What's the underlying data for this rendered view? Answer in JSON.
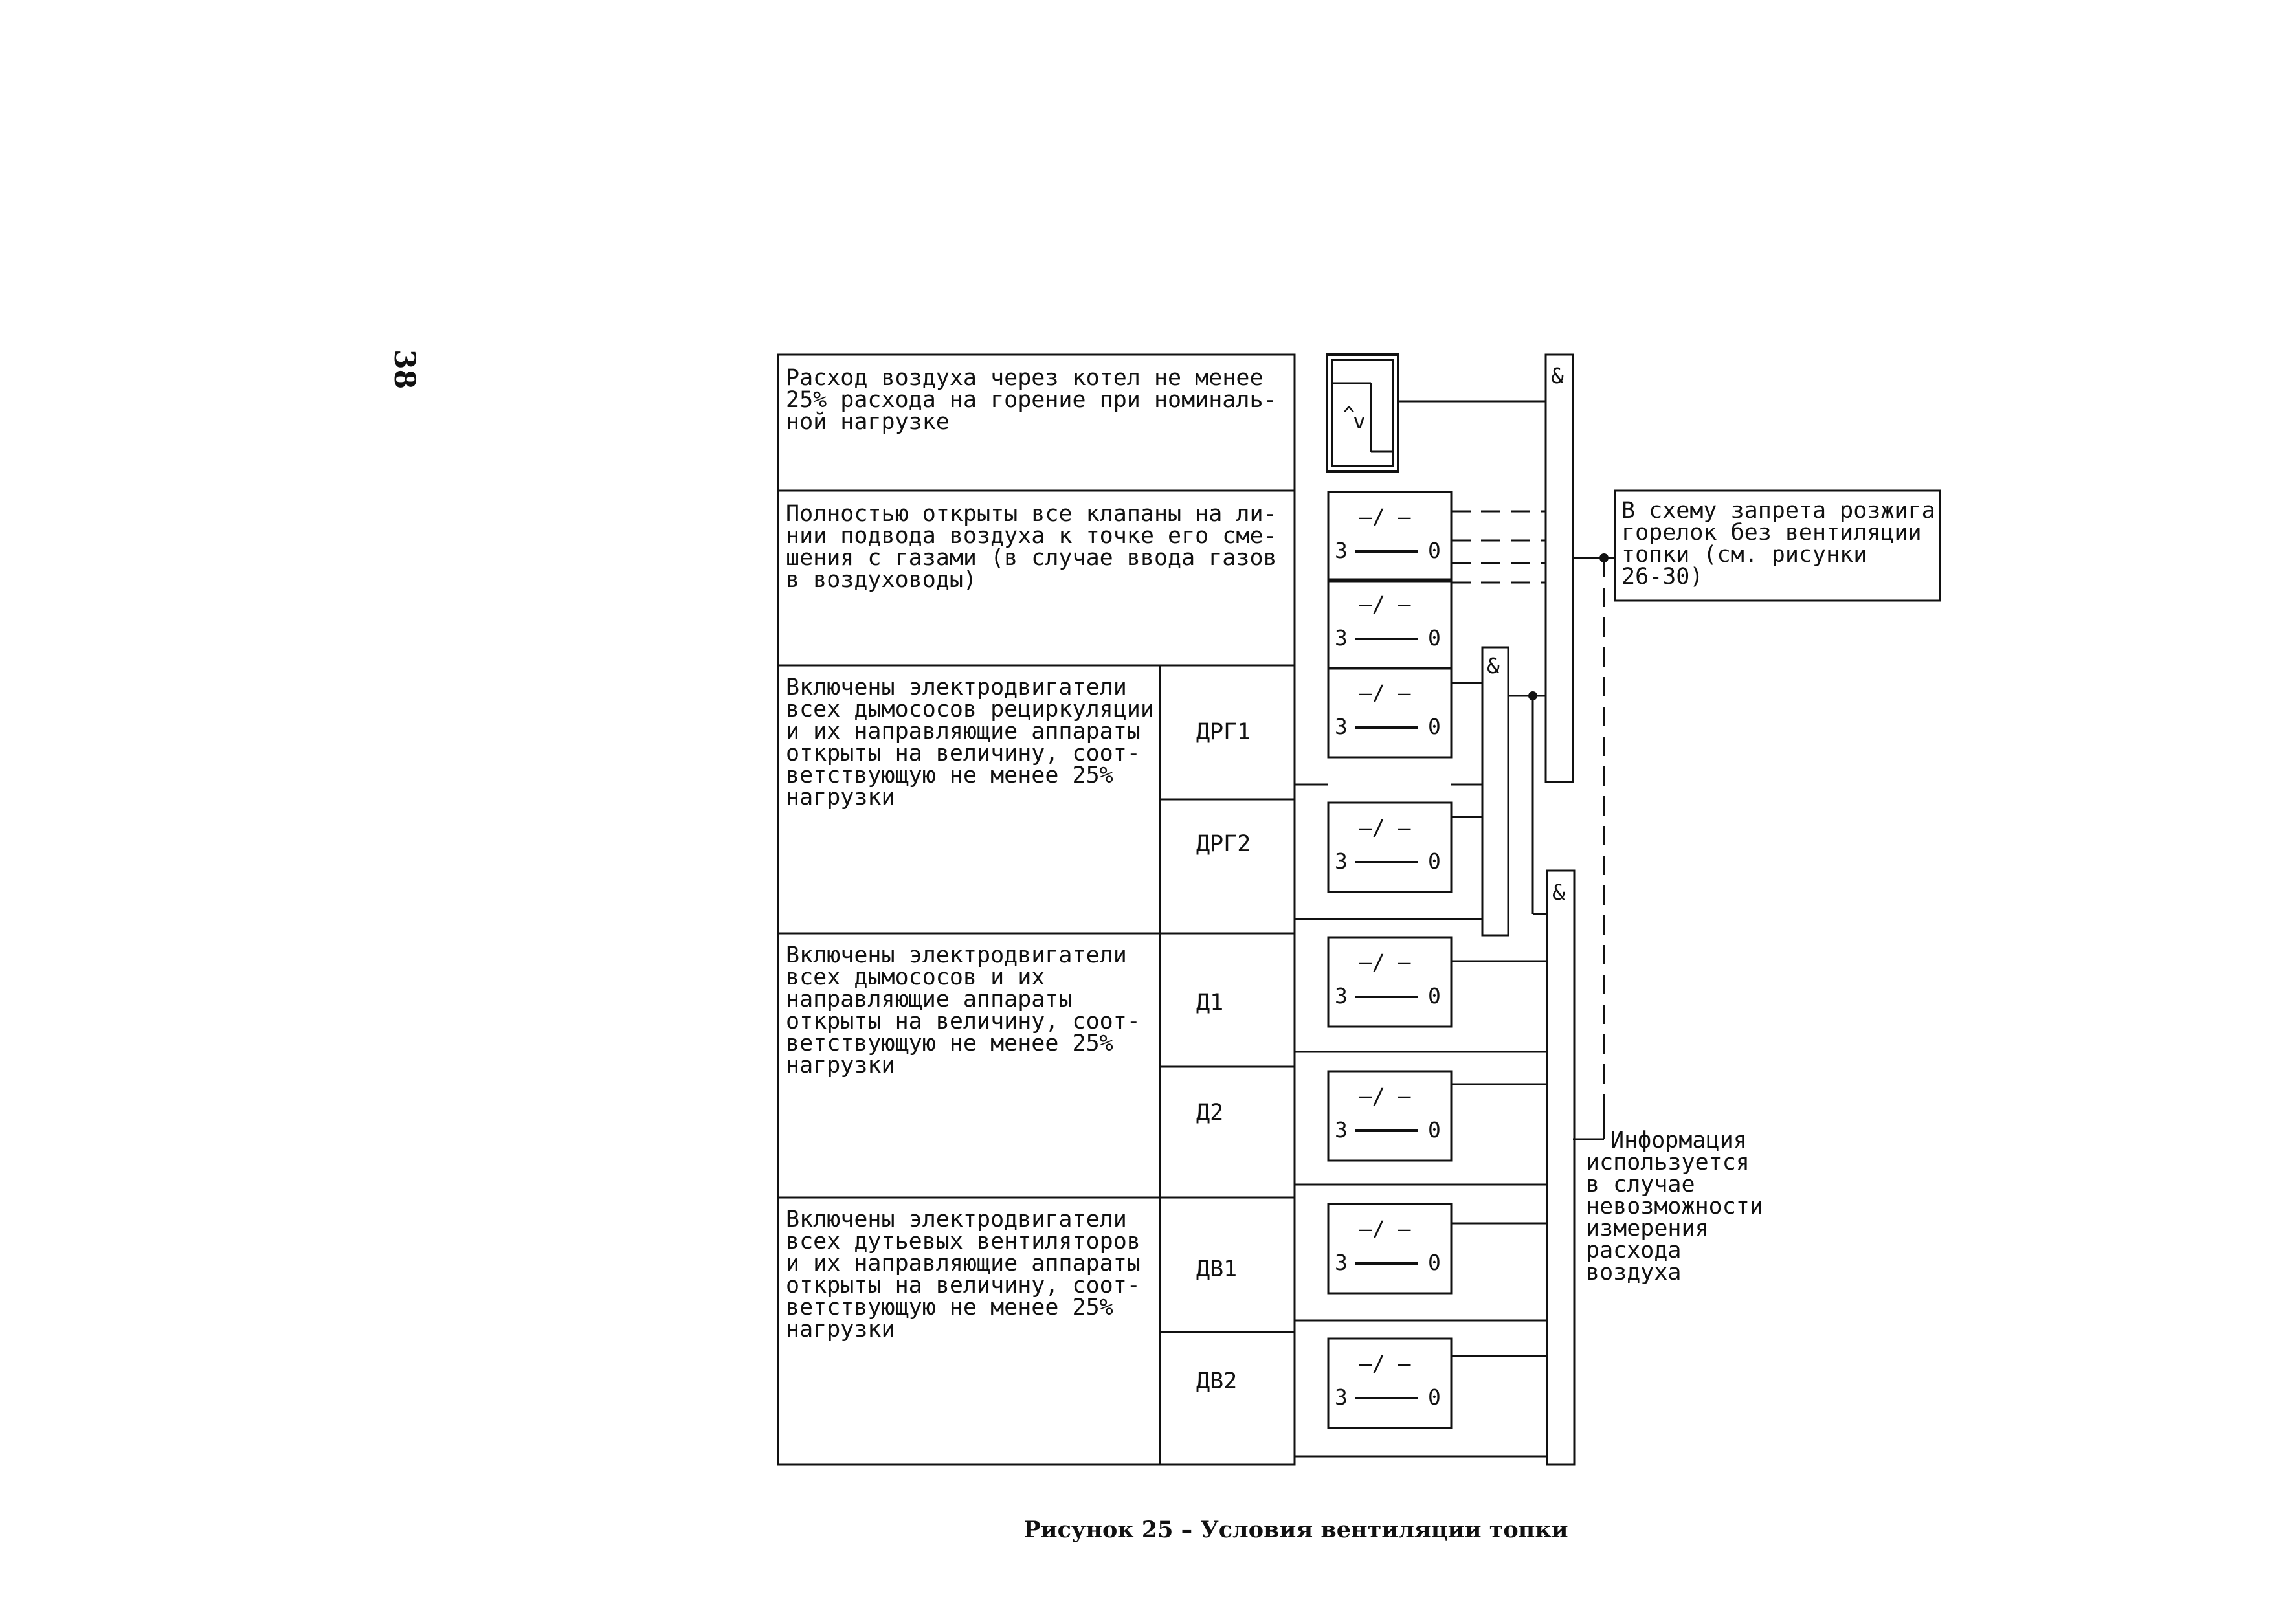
{
  "page_number": "38",
  "caption": "Рисунок 25 – Условия вентиляции топки",
  "logic_symbol": "&",
  "switch": {
    "left": "3",
    "right": "0",
    "top": "—/ —"
  },
  "rows": [
    {
      "lines": [
        "Расход воздуха через котел не менее",
        "25% расхода на горение при номиналь-",
        "ной нагрузке"
      ]
    },
    {
      "lines": [
        "Полностью открыты все клапаны на ли-",
        "нии подвода воздуха к точке его сме-",
        "шения с газами  (в случае ввода газов",
        "в воздуховоды)"
      ]
    },
    {
      "lines": [
        "Включены электродвигатели",
        "всех дымососов рециркуляции",
        "и их направляющие аппараты",
        "открыты на величину, соот-",
        "ветствующую не менее 25%",
        "нагрузки"
      ],
      "units": [
        "ДРГ1",
        "ДРГ2"
      ]
    },
    {
      "lines": [
        "Включены электродвигатели",
        "всех дымососов  и  их",
        "направляющие аппараты",
        "открыты на величину, соот-",
        "ветствующую не менее 25%",
        "нагрузки"
      ],
      "units": [
        "Д1",
        "Д2"
      ]
    },
    {
      "lines": [
        "Включены электродвигатели",
        "всех дутьевых вентиляторов",
        "и их направляющие аппараты",
        "открыты на величину, соот-",
        "ветствующую не менее 25%",
        "нагрузки"
      ],
      "units": [
        "ДВ1",
        "ДВ2"
      ]
    }
  ],
  "output_box": [
    "В схему запрета розжига",
    "горелок без вентиляции",
    "топки (см. рисунки",
    "26-30)"
  ],
  "note": [
    "Информация",
    "используется",
    "в случае",
    "невозможности",
    "измерения",
    "расхода",
    "воздуха"
  ]
}
